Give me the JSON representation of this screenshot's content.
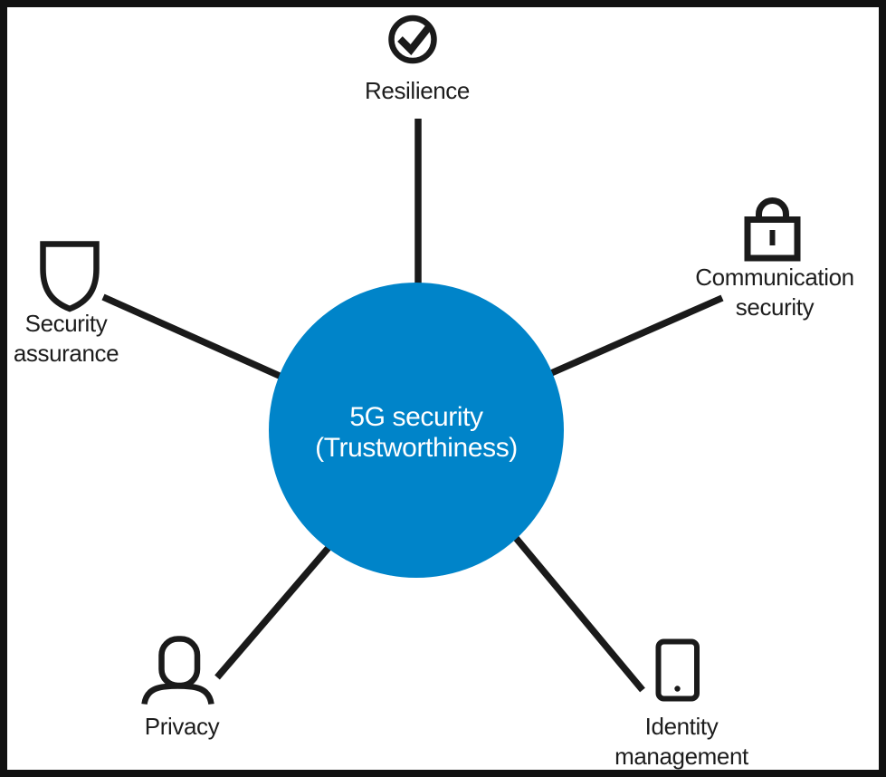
{
  "diagram": {
    "type": "hub-and-spoke",
    "center": {
      "line1": "5G security",
      "line2": "(Trustworthiness)"
    },
    "nodes": [
      {
        "id": "resilience",
        "label": "Resilience",
        "icon": "check-circle-icon",
        "position": "top"
      },
      {
        "id": "communication-security",
        "label_lines": [
          "Communication",
          "security"
        ],
        "icon": "lock-icon",
        "position": "upper-right"
      },
      {
        "id": "identity-management",
        "label_lines": [
          "Identity",
          "management"
        ],
        "icon": "mobile-device-icon",
        "position": "lower-right"
      },
      {
        "id": "privacy",
        "label": "Privacy",
        "icon": "person-icon",
        "position": "lower-left"
      },
      {
        "id": "security-assurance",
        "label_lines": [
          "Security",
          "assurance"
        ],
        "icon": "shield-icon",
        "position": "upper-left"
      }
    ],
    "colors": {
      "center_fill": "#0084c9",
      "center_text": "#ffffff",
      "stroke": "#1a1a1a",
      "label_text": "#1d1d1d",
      "background": "#ffffff",
      "border": "#111111"
    }
  }
}
